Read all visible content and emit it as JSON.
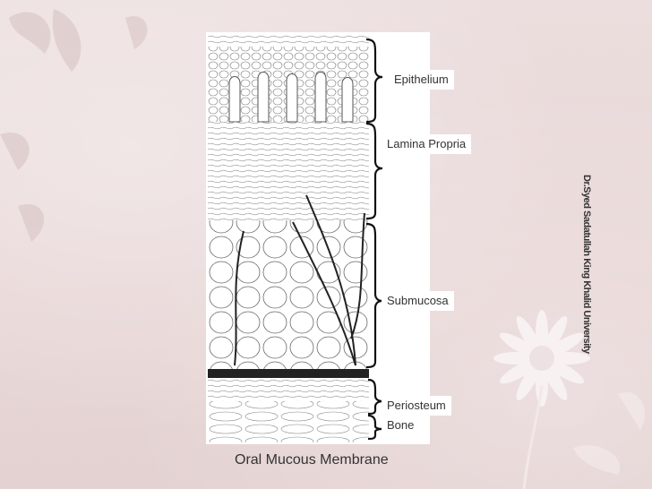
{
  "slide": {
    "caption": "Oral Mucous Membrane",
    "labels": {
      "epithelium": "Epithelium",
      "lamina_propria": "Lamina Propria",
      "submucosa": "Submucosa",
      "periosteum": "Periosteum",
      "bone": "Bone"
    },
    "credit": {
      "name": "Dr.Syed Sadatullah",
      "affiliation": "King Khalid University"
    }
  },
  "colors": {
    "background": "#eadcdc",
    "label_bg": "#ffffff",
    "text": "#333333"
  }
}
